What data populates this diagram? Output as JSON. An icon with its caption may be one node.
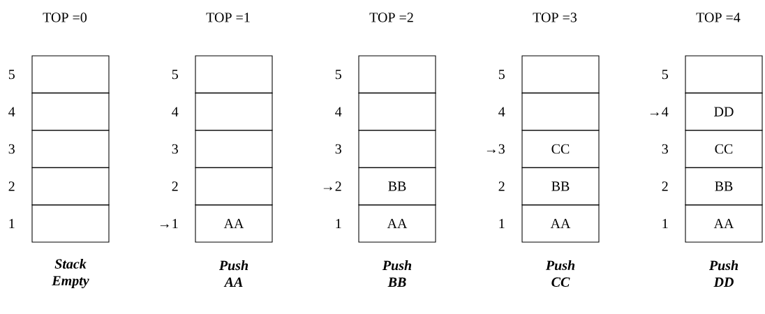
{
  "diagram": {
    "nodes": [
      {
        "text": [],
        "shape": "box",
        "beside": [
          "5"
        ]
      },
      {
        "text": [],
        "shape": "box",
        "beside": [
          "4"
        ]
      },
      {
        "text": [],
        "shape": "box",
        "beside": [
          "3"
        ]
      },
      {
        "text": [],
        "shape": "box",
        "beside": [
          "2"
        ]
      },
      {
        "text": [],
        "shape": "box",
        "beside": [
          "1"
        ]
      },
      {
        "text": [],
        "shape": "box",
        "beside": [
          "5"
        ]
      },
      {
        "text": [],
        "shape": "box",
        "beside": [
          "4"
        ]
      },
      {
        "text": [],
        "shape": "box",
        "beside": [
          "3"
        ]
      },
      {
        "text": [],
        "shape": "box",
        "beside": [
          "2"
        ]
      },
      {
        "text": [
          "AA"
        ],
        "beside": [
          "→1"
        ]
      },
      {
        "text": [],
        "shape": "box",
        "beside": [
          "5"
        ]
      },
      {
        "text": [],
        "shape": "box",
        "beside": [
          "4"
        ]
      },
      {
        "text": [],
        "shape": "box",
        "beside": [
          "3"
        ]
      },
      {
        "text": [
          "BB"
        ],
        "beside": [
          "→2"
        ]
      },
      {
        "text": [
          "AA"
        ],
        "beside": [
          "1"
        ]
      },
      {
        "text": [],
        "shape": "box",
        "beside": [
          "5"
        ]
      },
      {
        "text": [],
        "shape": "box",
        "beside": [
          "4"
        ]
      },
      {
        "text": [
          "CC"
        ],
        "beside": [
          "→3"
        ]
      },
      {
        "text": [
          "BB"
        ],
        "beside": [
          "2"
        ]
      },
      {
        "text": [
          "AA"
        ],
        "beside": [
          "1"
        ]
      },
      {
        "text": [],
        "shape": "box",
        "beside": [
          "5"
        ]
      },
      {
        "text": [
          "DD"
        ],
        "beside": [
          "→4"
        ]
      },
      {
        "text": [
          "CC"
        ],
        "beside": [
          "3"
        ]
      },
      {
        "text": [
          "BB"
        ],
        "beside": [
          "2"
        ]
      },
      {
        "text": [
          "AA"
        ],
        "beside": [
          "1"
        ]
      }
    ],
    "labels": [
      "TOP =0",
      "TOP =1",
      "TOP =2",
      "TOP =3",
      "TOP =4",
      "Stack Empty",
      "Push AA",
      "Push BB",
      "Push CC",
      "Push DD"
    ]
  }
}
